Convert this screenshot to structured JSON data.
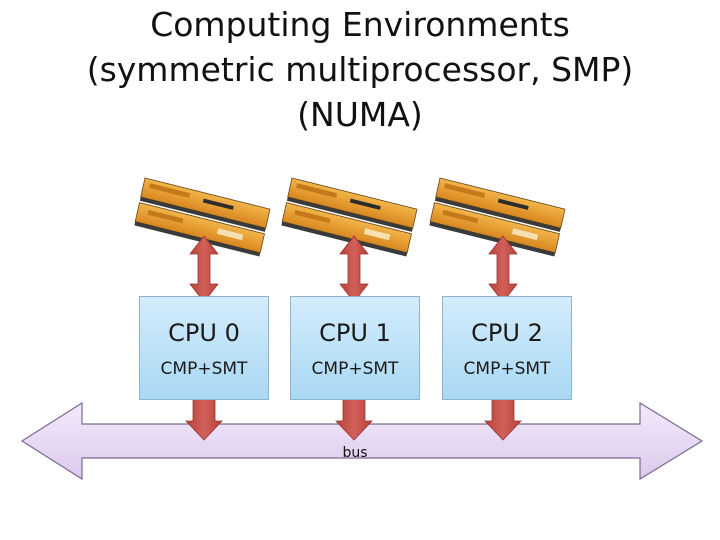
{
  "title": {
    "line1": "Computing Environments",
    "line2": "(symmetric multiprocessor, SMP)",
    "line3": "(NUMA)"
  },
  "cpus": [
    {
      "name": "CPU 0",
      "sub": "CMP+SMT"
    },
    {
      "name": "CPU 1",
      "sub": "CMP+SMT"
    },
    {
      "name": "CPU 2",
      "sub": "CMP+SMT"
    }
  ],
  "bus": {
    "label": "bus"
  },
  "colors": {
    "cpu_fill_top": "#d3ecfb",
    "cpu_fill_bottom": "#a9d8f4",
    "arrow": "#c9504a",
    "bus_fill": "#e9dcf3",
    "bus_stroke": "#7b6a92",
    "memory_module": "#e59a2c"
  }
}
